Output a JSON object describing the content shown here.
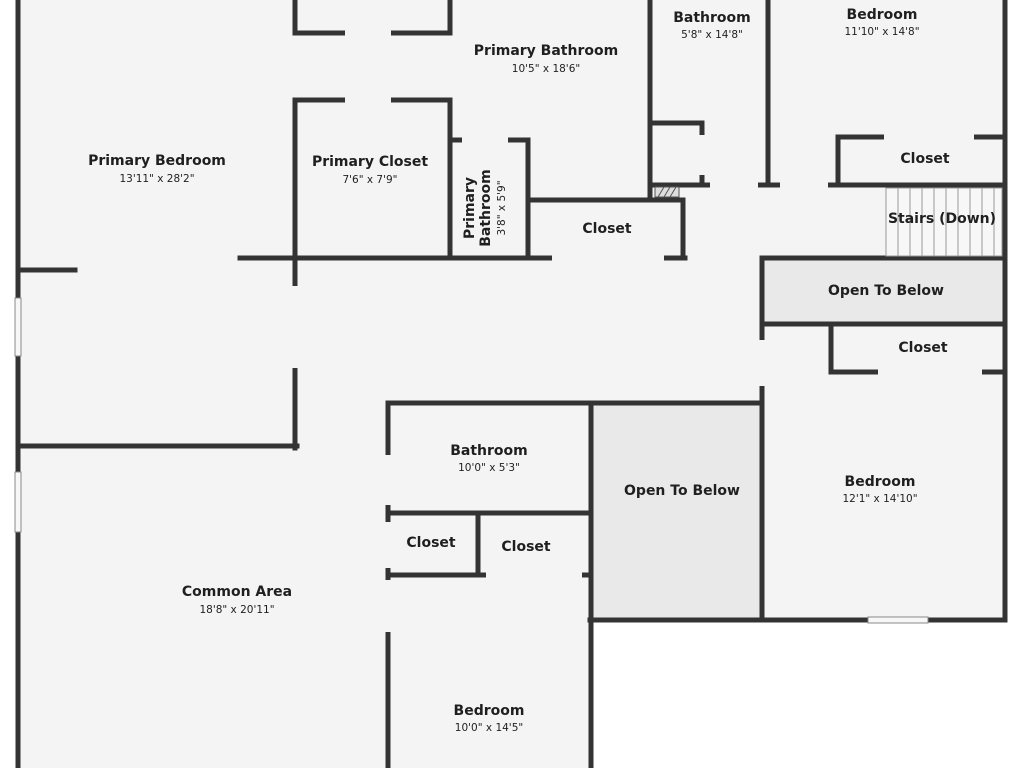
{
  "rooms": {
    "primary_bedroom": {
      "name": "Primary Bedroom",
      "dims": "13'11\" x 28'2\""
    },
    "primary_bathroom": {
      "name": "Primary Bathroom",
      "dims": "10'5\" x 18'6\""
    },
    "primary_closet": {
      "name": "Primary Closet",
      "dims": "7'6\" x 7'9\""
    },
    "primary_bathroom_small": {
      "name_line1": "Primary",
      "name_line2": "Bathroom",
      "dims": "3'8\" x 5'9\""
    },
    "closet_center": {
      "name": "Closet"
    },
    "bathroom_top": {
      "name": "Bathroom",
      "dims": "5'8\" x 14'8\""
    },
    "bedroom_top_right": {
      "name": "Bedroom",
      "dims": "11'10\" x 14'8\""
    },
    "closet_top_right": {
      "name": "Closet"
    },
    "stairs": {
      "name": "Stairs (Down)"
    },
    "open_below_right": {
      "name": "Open To Below"
    },
    "closet_right": {
      "name": "Closet"
    },
    "bedroom_right": {
      "name": "Bedroom",
      "dims": "12'1\" x 14'10\""
    },
    "open_below_center": {
      "name": "Open To Below"
    },
    "bathroom_hall": {
      "name": "Bathroom",
      "dims": "10'0\" x 5'3\""
    },
    "closet_hall_left": {
      "name": "Closet"
    },
    "closet_hall_right": {
      "name": "Closet"
    },
    "common_area": {
      "name": "Common Area",
      "dims": "18'8\" x 20'11\""
    },
    "bedroom_bottom": {
      "name": "Bedroom",
      "dims": "10'0\" x 14'5\""
    }
  },
  "colors": {
    "floor": "#f4f4f4",
    "wall": "#333333",
    "open_below": "#e9e9e9",
    "background": "#ffffff"
  }
}
